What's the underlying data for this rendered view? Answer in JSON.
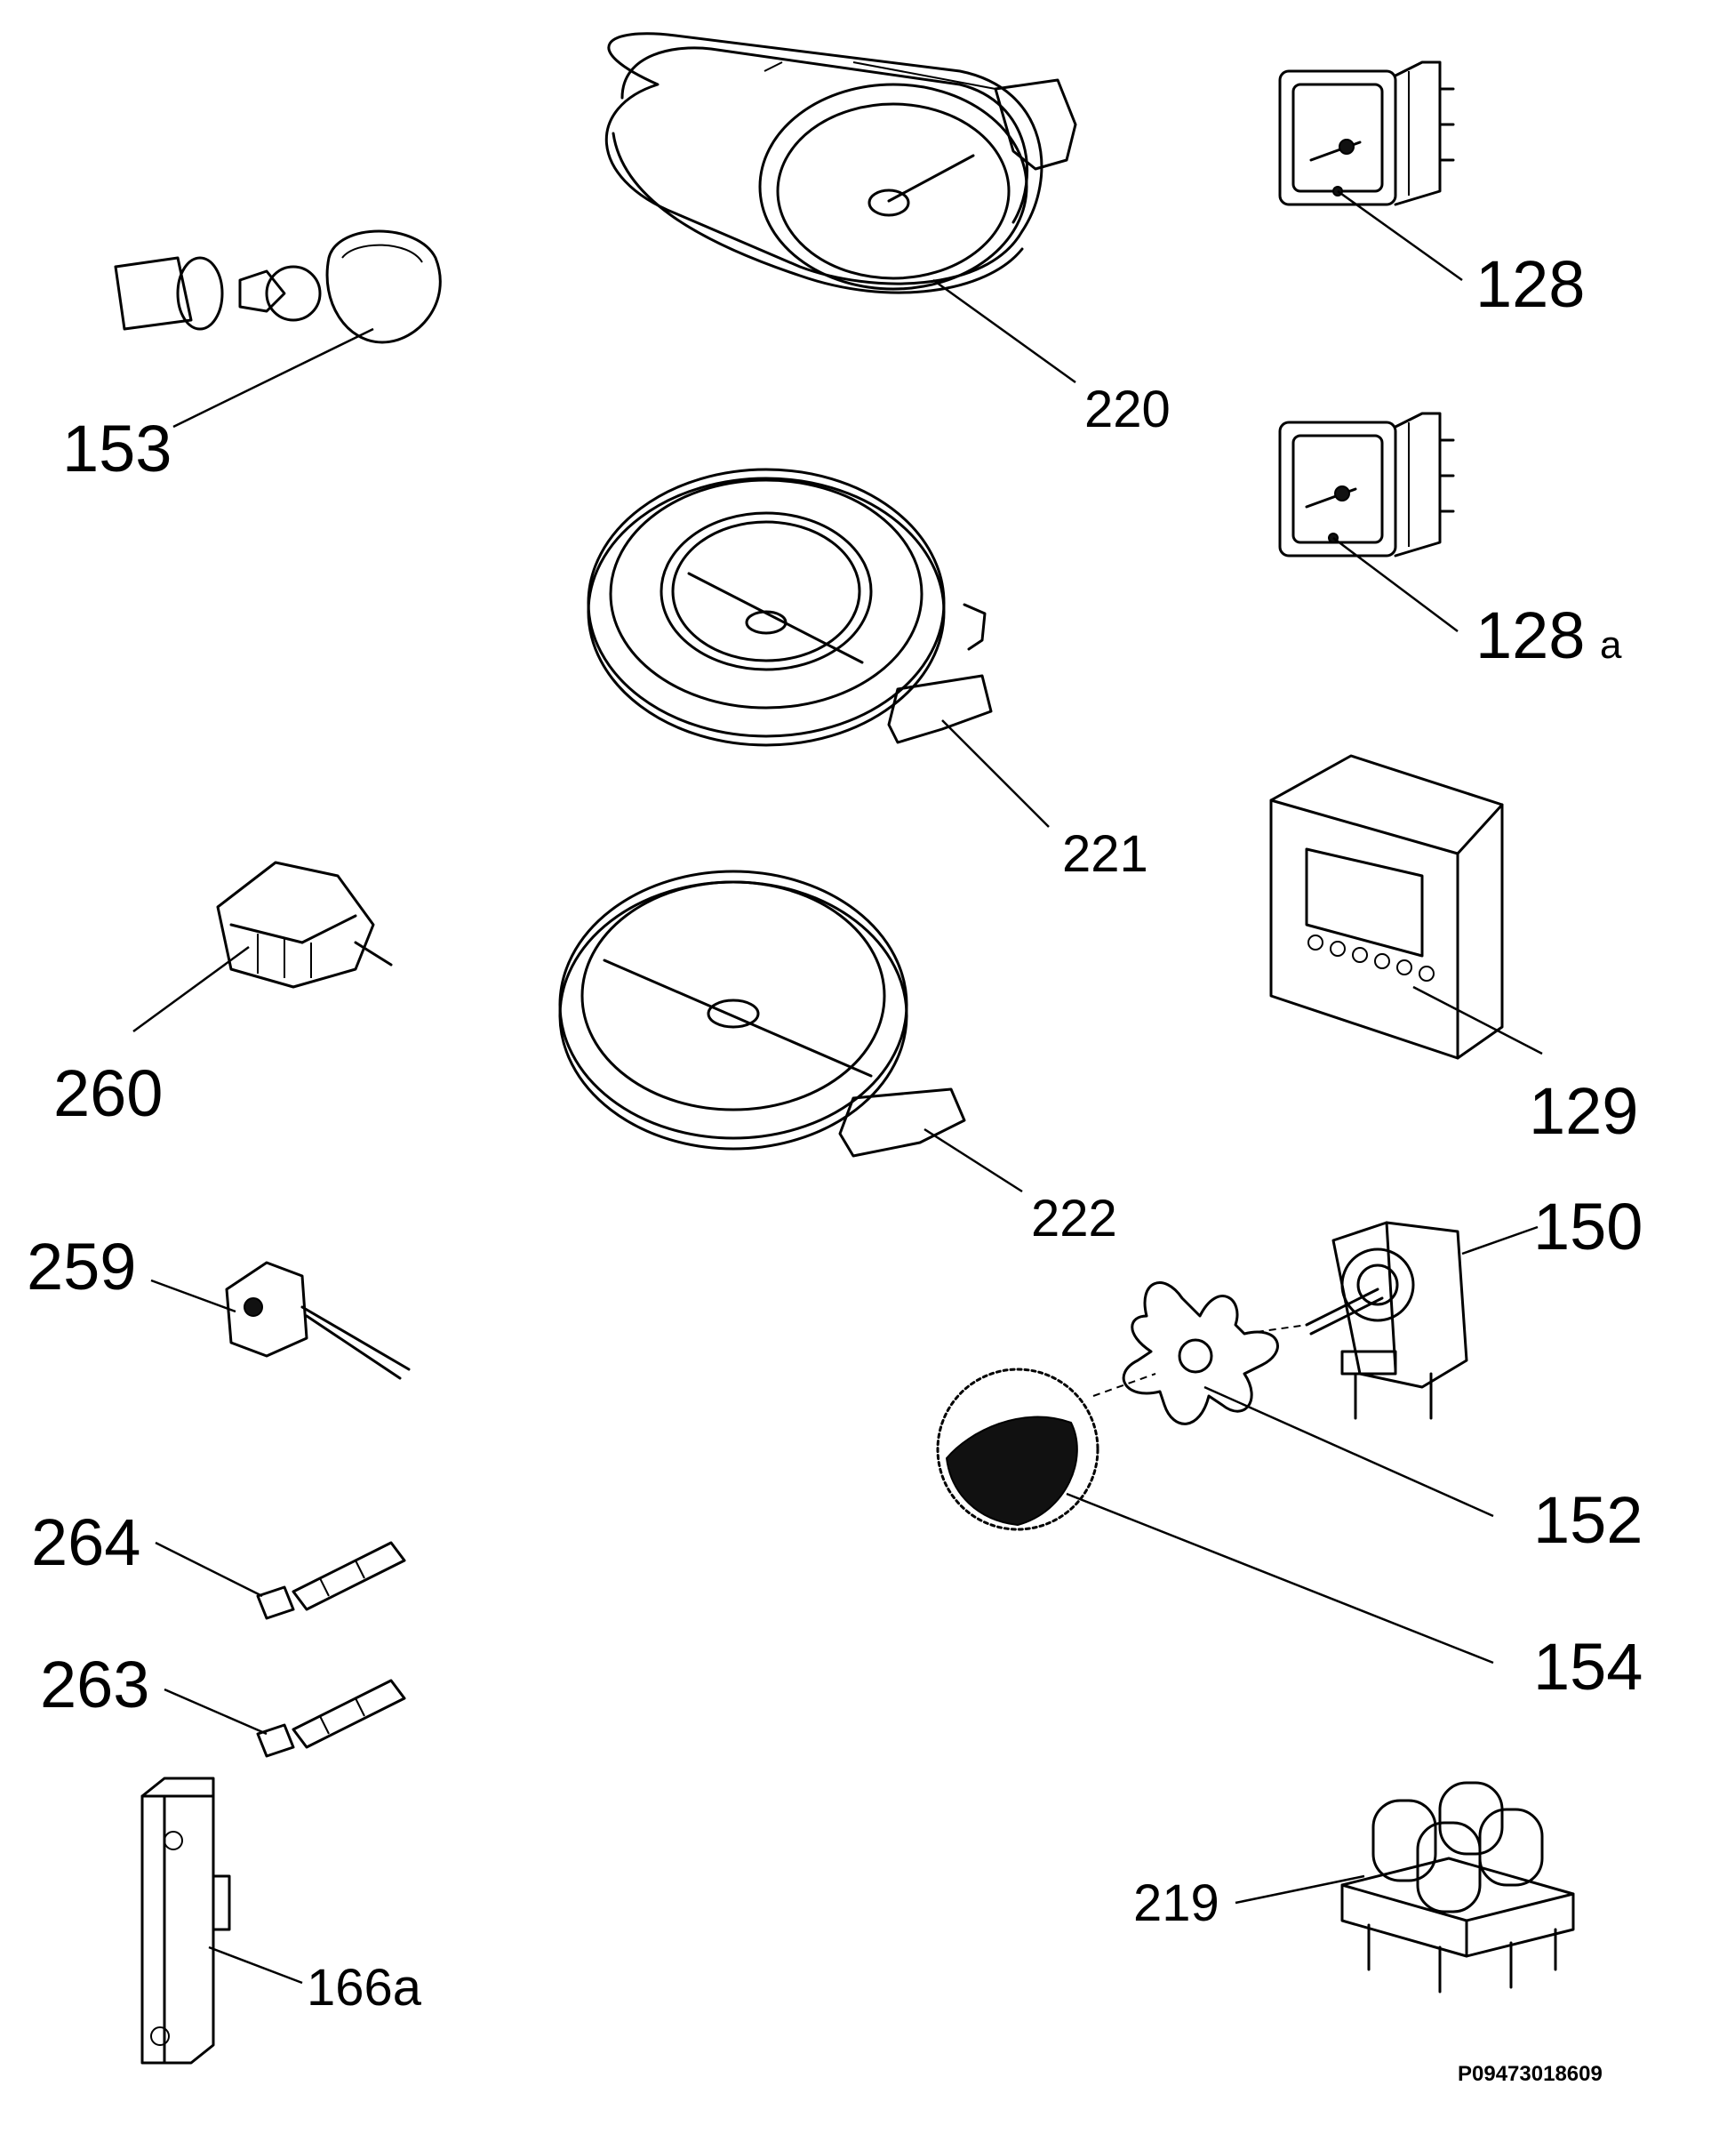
{
  "drawing_code": "P09473018609",
  "parts": [
    {
      "id": "220",
      "label": "220"
    },
    {
      "id": "221",
      "label": "221"
    },
    {
      "id": "222",
      "label": "222"
    },
    {
      "id": "128",
      "label": "128"
    },
    {
      "id": "128a",
      "label": "128",
      "suffix": "a"
    },
    {
      "id": "129",
      "label": "129"
    },
    {
      "id": "150",
      "label": "150"
    },
    {
      "id": "152",
      "label": "152"
    },
    {
      "id": "154",
      "label": "154"
    },
    {
      "id": "153",
      "label": "153"
    },
    {
      "id": "260",
      "label": "260"
    },
    {
      "id": "259",
      "label": "259"
    },
    {
      "id": "264",
      "label": "264"
    },
    {
      "id": "263",
      "label": "263"
    },
    {
      "id": "166a",
      "label": "166a"
    },
    {
      "id": "219",
      "label": "219"
    }
  ]
}
